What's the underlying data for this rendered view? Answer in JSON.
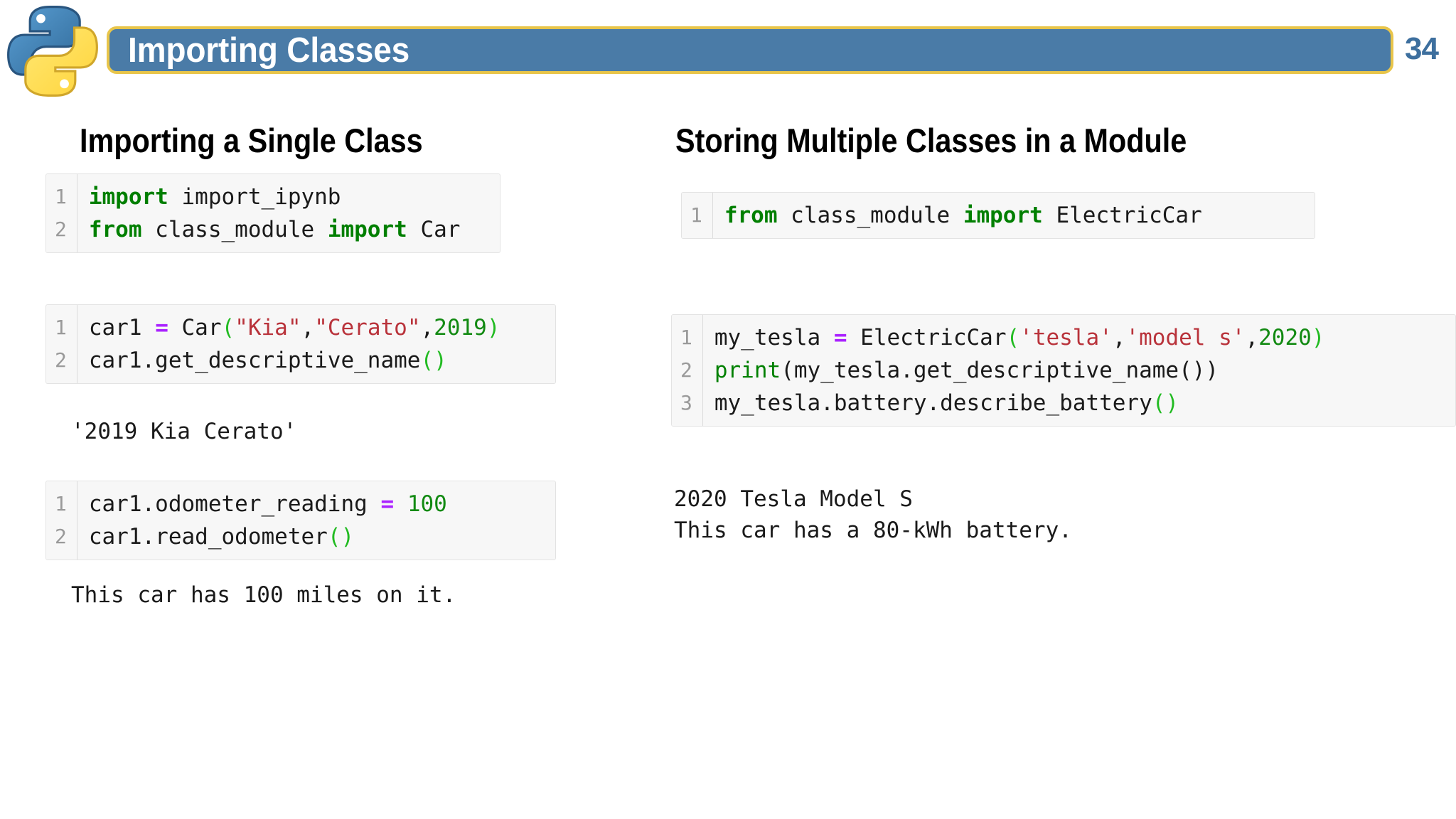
{
  "header": {
    "logo_icon": "python-logo-icon",
    "title": "Importing Classes",
    "slide_number": "34",
    "banner_color": "#4a7ba7",
    "banner_border_color": "#e8c54a",
    "slide_number_color": "#3d6f9e"
  },
  "columns": {
    "left": {
      "heading": "Importing a Single Class",
      "blocks": [
        {
          "name": "code-block-import",
          "line_numbers": [
            "1",
            "2"
          ],
          "lines": [
            [
              {
                "t": "import",
                "c": "kw"
              },
              {
                "t": " import_ipynb",
                "c": ""
              }
            ],
            [
              {
                "t": "from",
                "c": "kw"
              },
              {
                "t": " class_module ",
                "c": ""
              },
              {
                "t": "import",
                "c": "kw"
              },
              {
                "t": " Car",
                "c": ""
              }
            ]
          ]
        },
        {
          "name": "code-block-car-instance",
          "line_numbers": [
            "1",
            "2"
          ],
          "lines": [
            [
              {
                "t": "car1 ",
                "c": ""
              },
              {
                "t": "=",
                "c": "op"
              },
              {
                "t": " Car",
                "c": ""
              },
              {
                "t": "(",
                "c": "par"
              },
              {
                "t": "\"Kia\"",
                "c": "str"
              },
              {
                "t": ",",
                "c": ""
              },
              {
                "t": "\"Cerato\"",
                "c": "str"
              },
              {
                "t": ",",
                "c": ""
              },
              {
                "t": "2019",
                "c": "num"
              },
              {
                "t": ")",
                "c": "par"
              }
            ],
            [
              {
                "t": "car1.get_descriptive_name",
                "c": ""
              },
              {
                "t": "()",
                "c": "par"
              }
            ]
          ]
        },
        {
          "name": "code-block-odometer",
          "line_numbers": [
            "1",
            "2"
          ],
          "lines": [
            [
              {
                "t": "car1.odometer_reading ",
                "c": ""
              },
              {
                "t": "=",
                "c": "op"
              },
              {
                "t": " ",
                "c": ""
              },
              {
                "t": "100",
                "c": "num"
              }
            ],
            [
              {
                "t": "car1.read_odometer",
                "c": ""
              },
              {
                "t": "()",
                "c": "par"
              }
            ]
          ]
        }
      ],
      "outputs": [
        {
          "name": "output-descriptive-name",
          "text": "'2019 Kia Cerato'"
        },
        {
          "name": "output-odometer",
          "text": "This car has 100 miles on it."
        }
      ]
    },
    "right": {
      "heading": "Storing Multiple Classes in a Module",
      "blocks": [
        {
          "name": "code-block-import-electriccar",
          "line_numbers": [
            "1"
          ],
          "lines": [
            [
              {
                "t": "from",
                "c": "kw"
              },
              {
                "t": " class_module ",
                "c": ""
              },
              {
                "t": "import",
                "c": "kw"
              },
              {
                "t": " ElectricCar",
                "c": ""
              }
            ]
          ]
        },
        {
          "name": "code-block-tesla",
          "line_numbers": [
            "1",
            "2",
            "3"
          ],
          "lines": [
            [
              {
                "t": "my_tesla ",
                "c": ""
              },
              {
                "t": "=",
                "c": "op"
              },
              {
                "t": " ElectricCar",
                "c": ""
              },
              {
                "t": "(",
                "c": "par"
              },
              {
                "t": "'tesla'",
                "c": "str"
              },
              {
                "t": ",",
                "c": ""
              },
              {
                "t": "'model s'",
                "c": "str"
              },
              {
                "t": ",",
                "c": ""
              },
              {
                "t": "2020",
                "c": "num"
              },
              {
                "t": ")",
                "c": "par"
              }
            ],
            [
              {
                "t": "print",
                "c": "bi"
              },
              {
                "t": "(my_tesla.get_descriptive_name",
                "c": ""
              },
              {
                "t": "())",
                "c": ""
              }
            ],
            [
              {
                "t": "my_tesla.battery.describe_battery",
                "c": ""
              },
              {
                "t": "()",
                "c": "par"
              }
            ]
          ]
        }
      ],
      "outputs": [
        {
          "name": "output-tesla",
          "text": "2020 Tesla Model S\nThis car has a 80-kWh battery."
        }
      ]
    }
  }
}
